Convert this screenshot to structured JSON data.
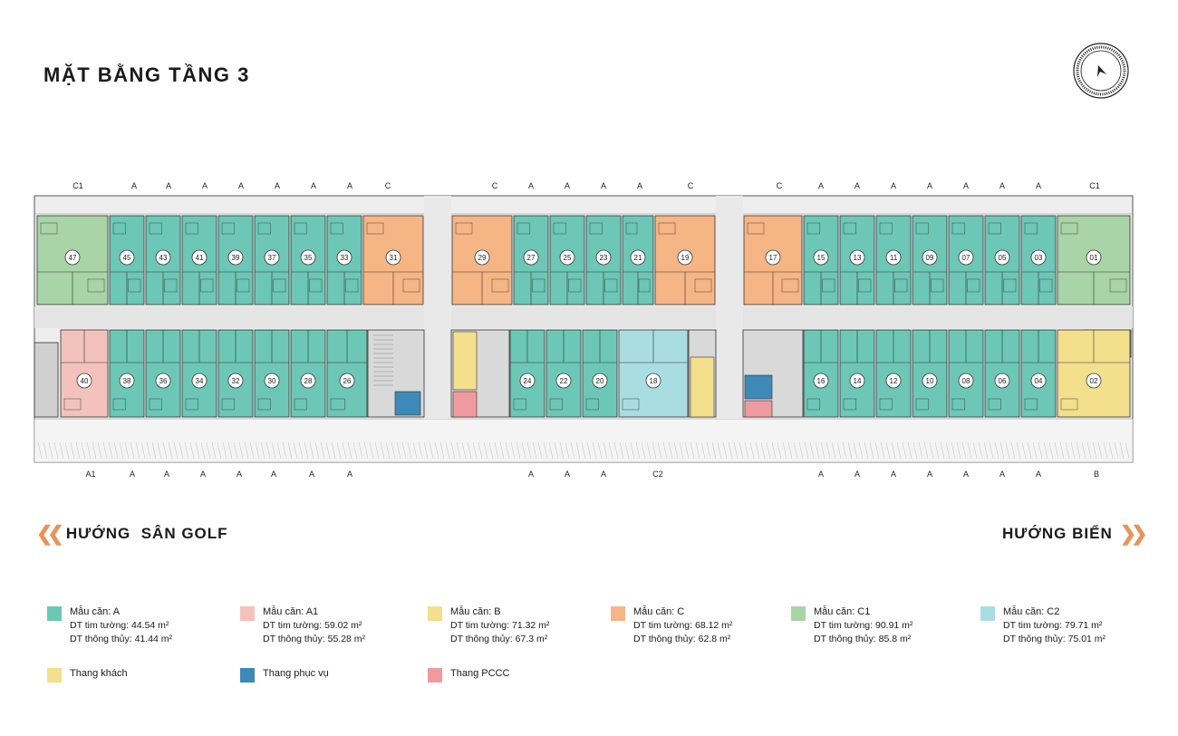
{
  "header": {
    "title": "MẶT BẰNG TẦNG 3"
  },
  "colors": {
    "A": "#6cc7b6",
    "A1": "#f3c2bc",
    "B": "#f3df8c",
    "C": "#f6b585",
    "C1": "#a8d4a8",
    "C2": "#a9dde2",
    "thang_khach": "#f3df8c",
    "thang_phuc_vu": "#3d8ab8",
    "thang_pccc": "#f09aa0",
    "accent": "#e8935a"
  },
  "floorplan": {
    "top_labels": [
      "C1",
      "A",
      "A",
      "A",
      "A",
      "A",
      "A",
      "A",
      "C",
      "C",
      "A",
      "A",
      "A",
      "A",
      "C",
      "C",
      "A",
      "A",
      "A",
      "A",
      "A",
      "A",
      "A",
      "C1"
    ],
    "bottom_labels": [
      "A1",
      "A",
      "A",
      "A",
      "A",
      "A",
      "A",
      "A",
      "A",
      "A",
      "A",
      "C2",
      "A",
      "A",
      "A",
      "A",
      "A",
      "A",
      "A",
      "B"
    ],
    "top_units": [
      {
        "num": "47",
        "type": "C1"
      },
      {
        "num": "45",
        "type": "A"
      },
      {
        "num": "43",
        "type": "A"
      },
      {
        "num": "41",
        "type": "A"
      },
      {
        "num": "39",
        "type": "A"
      },
      {
        "num": "37",
        "type": "A"
      },
      {
        "num": "35",
        "type": "A"
      },
      {
        "num": "33",
        "type": "A"
      },
      {
        "num": "31",
        "type": "C"
      },
      {
        "num": "29",
        "type": "C"
      },
      {
        "num": "27",
        "type": "A"
      },
      {
        "num": "25",
        "type": "A"
      },
      {
        "num": "23",
        "type": "A"
      },
      {
        "num": "21",
        "type": "A"
      },
      {
        "num": "19",
        "type": "C"
      },
      {
        "num": "17",
        "type": "C"
      },
      {
        "num": "15",
        "type": "A"
      },
      {
        "num": "13",
        "type": "A"
      },
      {
        "num": "11",
        "type": "A"
      },
      {
        "num": "09",
        "type": "A"
      },
      {
        "num": "07",
        "type": "A"
      },
      {
        "num": "05",
        "type": "A"
      },
      {
        "num": "03",
        "type": "A"
      },
      {
        "num": "01",
        "type": "C1"
      }
    ],
    "bottom_units": [
      {
        "num": "40",
        "type": "A1"
      },
      {
        "num": "38",
        "type": "A"
      },
      {
        "num": "36",
        "type": "A"
      },
      {
        "num": "34",
        "type": "A"
      },
      {
        "num": "32",
        "type": "A"
      },
      {
        "num": "30",
        "type": "A"
      },
      {
        "num": "28",
        "type": "A"
      },
      {
        "num": "26",
        "type": "A"
      },
      {
        "num": "24",
        "type": "A"
      },
      {
        "num": "22",
        "type": "A"
      },
      {
        "num": "20",
        "type": "A"
      },
      {
        "num": "18",
        "type": "C2"
      },
      {
        "num": "16",
        "type": "A"
      },
      {
        "num": "14",
        "type": "A"
      },
      {
        "num": "12",
        "type": "A"
      },
      {
        "num": "10",
        "type": "A"
      },
      {
        "num": "08",
        "type": "A"
      },
      {
        "num": "06",
        "type": "A"
      },
      {
        "num": "04",
        "type": "A"
      },
      {
        "num": "02",
        "type": "B"
      }
    ]
  },
  "directions": {
    "left": "HƯỚNG  SÂN GOLF",
    "right": "HƯỚNG BIỂN",
    "left_icon": "double-chevron-left-icon",
    "right_icon": "double-chevron-right-icon"
  },
  "legend": [
    {
      "name": "Mẫu căn: A",
      "line1": "DT tim tường: 44.54 m²",
      "line2": "DT thông thủy: 41.44 m²",
      "color": "#6cc7b6"
    },
    {
      "name": "Mẫu căn: A1",
      "line1": "DT tim tường: 59.02 m²",
      "line2": "DT thông thủy: 55.28 m²",
      "color": "#f3c2bc"
    },
    {
      "name": "Mẫu căn: B",
      "line1": "DT tim tường: 71.32 m²",
      "line2": "DT thông thủy: 67.3 m²",
      "color": "#f3df8c"
    },
    {
      "name": "Mẫu căn: C",
      "line1": "DT tim tường: 68.12 m²",
      "line2": "DT thông thủy: 62.8 m²",
      "color": "#f6b585"
    },
    {
      "name": "Mẫu căn: C1",
      "line1": "DT tim tường: 90.91 m²",
      "line2": "DT thông thủy: 85.8 m²",
      "color": "#a8d4a8"
    },
    {
      "name": "Mẫu căn: C2",
      "line1": "DT tim tường: 79.71 m²",
      "line2": "DT thông thủy: 75.01 m²",
      "color": "#a9dde2"
    }
  ],
  "elevators": [
    {
      "name": "Thang khách",
      "color": "#f3df8c"
    },
    {
      "name": "Thang phục vụ",
      "color": "#3d8ab8"
    },
    {
      "name": "Thang PCCC",
      "color": "#f09aa0"
    }
  ]
}
